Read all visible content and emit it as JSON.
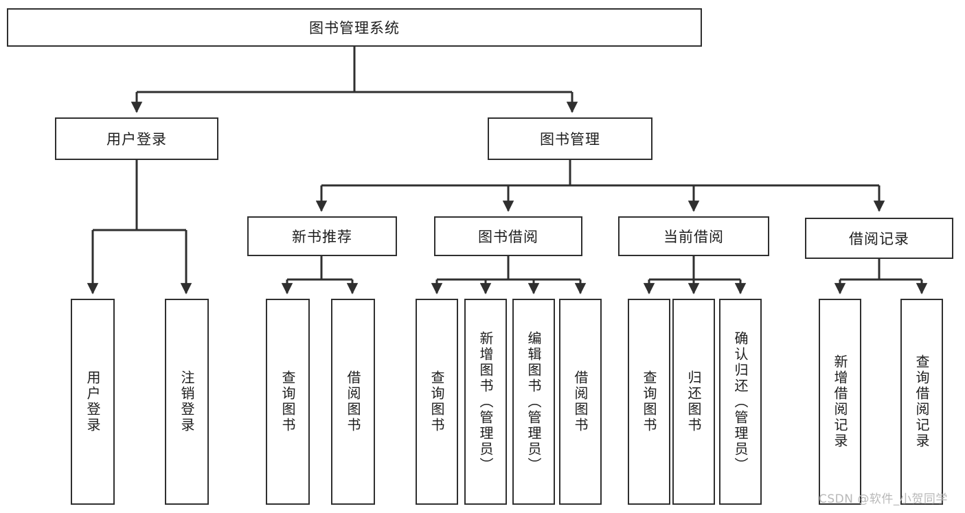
{
  "diagram": {
    "type": "tree-hierarchy-chart",
    "title": "图书管理系统",
    "line_color": "#2f2f2f",
    "box_fill": "#ffffff",
    "text_color": "#1d1d1d",
    "root": {
      "label": "图书管理系统"
    },
    "level2": [
      {
        "label": "用户登录"
      },
      {
        "label": "图书管理"
      }
    ],
    "level3": [
      {
        "label": "新书推荐"
      },
      {
        "label": "图书借阅"
      },
      {
        "label": "当前借阅"
      },
      {
        "label": "借阅记录"
      }
    ],
    "leaves": {
      "user_login": [
        {
          "label": "用户登录"
        },
        {
          "label": "注销登录"
        }
      ],
      "new_book_recommend": [
        {
          "label": "查询图书"
        },
        {
          "label": "借阅图书"
        }
      ],
      "book_borrow": [
        {
          "label": "查询图书"
        },
        {
          "label": "新增图书（管理员）"
        },
        {
          "label": "编辑图书（管理员）"
        },
        {
          "label": "借阅图书"
        }
      ],
      "current_borrow": [
        {
          "label": "查询图书"
        },
        {
          "label": "归还图书"
        },
        {
          "label": "确认归还（管理员）"
        }
      ],
      "borrow_record": [
        {
          "label": "新增借阅记录"
        },
        {
          "label": "查询借阅记录"
        }
      ]
    }
  },
  "watermark": {
    "text": "CSDN @软件_小贺同学",
    "color": "#b8b8b8"
  }
}
